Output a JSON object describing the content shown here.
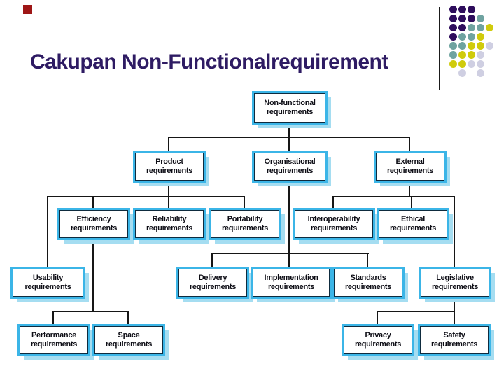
{
  "slide": {
    "title": "Cakupan Non-Functionalrequirement",
    "title_color": "#2e1b63",
    "background_color": "#ffffff"
  },
  "decoration": {
    "corner_marker_color": "#9e1616",
    "divider_line_color": "#1a1a1a",
    "dot_colors": {
      "P": "#2e0d5c",
      "T": "#6fa3a0",
      "Y": "#d0cb0c",
      "L": "#cfcfe2"
    },
    "dot_rows": [
      [
        "P",
        "P",
        "P"
      ],
      [
        "P",
        "P",
        "P",
        "T"
      ],
      [
        "P",
        "P",
        "T",
        "T",
        "Y"
      ],
      [
        "P",
        "T",
        "T",
        "Y"
      ],
      [
        "T",
        "T",
        "Y",
        "Y",
        "L"
      ],
      [
        "T",
        "Y",
        "Y",
        "L"
      ],
      [
        "Y",
        "Y",
        "L",
        "L"
      ],
      [
        "",
        "L",
        "",
        "L"
      ]
    ]
  },
  "diagram": {
    "type": "tree",
    "line_color": "#161616",
    "box_style": {
      "fill": "#ffffff",
      "border_color": "#0e2b3e",
      "ring_color": "#3bb5e7",
      "shadow_color": "#a5ddf1",
      "text_color": "#0d0d15"
    },
    "nodes": {
      "nonfunctional": {
        "label": "Non-functional\nrequirements",
        "parent": null
      },
      "product": {
        "label": "Product\nrequirements",
        "parent": "nonfunctional"
      },
      "organisational": {
        "label": "Organisational\nrequirements",
        "parent": "nonfunctional"
      },
      "external": {
        "label": "External\nrequirements",
        "parent": "nonfunctional"
      },
      "efficiency": {
        "label": "Efficiency\nrequirements",
        "parent": "product"
      },
      "reliability": {
        "label": "Reliability\nrequirements",
        "parent": "product"
      },
      "portability": {
        "label": "Portability\nrequirements",
        "parent": "product"
      },
      "usability": {
        "label": "Usability\nrequirements",
        "parent": "product"
      },
      "interoperability": {
        "label": "Interoperability\nrequirements",
        "parent": "external"
      },
      "ethical": {
        "label": "Ethical\nrequirements",
        "parent": "external"
      },
      "legislative": {
        "label": "Legislative\nrequirements",
        "parent": "external"
      },
      "delivery": {
        "label": "Delivery\nrequirements",
        "parent": "organisational"
      },
      "implementation": {
        "label": "Implementation\nrequirements",
        "parent": "organisational"
      },
      "standards": {
        "label": "Standards\nrequirements",
        "parent": "organisational"
      },
      "performance": {
        "label": "Performance\nrequirements",
        "parent": "efficiency"
      },
      "space": {
        "label": "Space\nrequirements",
        "parent": "efficiency"
      },
      "privacy": {
        "label": "Privacy\nrequirements",
        "parent": "legislative"
      },
      "safety": {
        "label": "Safety\nrequirements",
        "parent": "legislative"
      }
    }
  }
}
